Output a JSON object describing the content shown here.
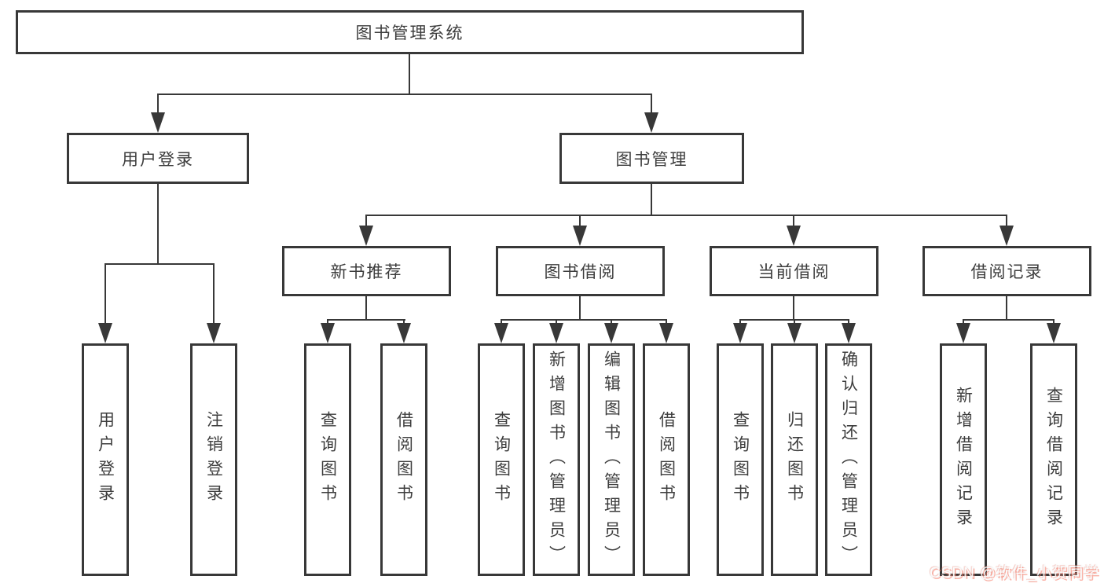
{
  "diagram_title": "图书管理系统",
  "tree": {
    "root": {
      "label": "图书管理系统"
    },
    "branches": [
      {
        "label": "用户登录",
        "children": [
          {
            "label": "用户登录"
          },
          {
            "label": "注销登录"
          }
        ]
      },
      {
        "label": "图书管理",
        "children": [
          {
            "label": "新书推荐",
            "children": [
              {
                "label": "查询图书"
              },
              {
                "label": "借阅图书"
              }
            ]
          },
          {
            "label": "图书借阅",
            "children": [
              {
                "label": "查询图书"
              },
              {
                "label": "新增图书（管理员）"
              },
              {
                "label": "编辑图书（管理员）"
              },
              {
                "label": "借阅图书"
              }
            ]
          },
          {
            "label": "当前借阅",
            "children": [
              {
                "label": "查询图书"
              },
              {
                "label": "归还图书"
              },
              {
                "label": "确认归还（管理员）"
              }
            ]
          },
          {
            "label": "借阅记录",
            "children": [
              {
                "label": "新增借阅记录"
              },
              {
                "label": "查询借阅记录"
              }
            ]
          }
        ]
      }
    ]
  },
  "watermark": {
    "text": "CSDN @软件_小贺同学",
    "brand_color": "#fc5531"
  },
  "colors": {
    "line": "#383838",
    "text": "#3d3d3d",
    "background": "#ffffff"
  }
}
